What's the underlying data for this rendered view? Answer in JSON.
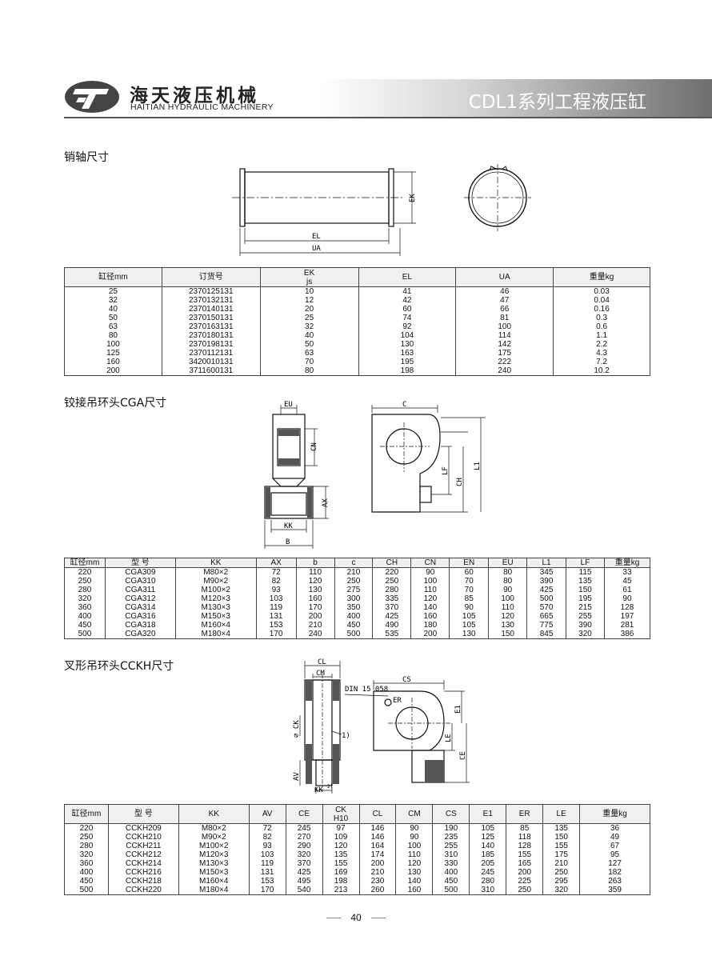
{
  "header": {
    "brand_cn": "海天液压机械",
    "brand_en": "HAITIAN HYDRAULIC MACHINERY",
    "title": "CDL1系列工程液压缸"
  },
  "pin": {
    "title": "销轴尺寸",
    "drawing_labels": {
      "ek": "EK",
      "el": "EL",
      "ua": "UA"
    },
    "headers": [
      "缸径mm",
      "订货号",
      "EK\njs",
      "EL",
      "UA",
      "重量kg"
    ],
    "rows": [
      [
        "25",
        "2370125131",
        "10",
        "41",
        "46",
        "0.03"
      ],
      [
        "32",
        "2370132131",
        "12",
        "42",
        "47",
        "0.04"
      ],
      [
        "40",
        "2370140131",
        "20",
        "60",
        "66",
        "0.16"
      ],
      [
        "50",
        "2370150131",
        "25",
        "74",
        "81",
        "0.3"
      ],
      [
        "63",
        "2370163131",
        "32",
        "92",
        "100",
        "0.6"
      ],
      [
        "80",
        "2370180131",
        "40",
        "104",
        "114",
        "1.1"
      ],
      [
        "100",
        "2370198131",
        "50",
        "130",
        "142",
        "2.2"
      ],
      [
        "125",
        "2370112131",
        "63",
        "163",
        "175",
        "4.3"
      ],
      [
        "160",
        "3420010131",
        "70",
        "195",
        "222",
        "7.2"
      ],
      [
        "200",
        "3711600131",
        "80",
        "198",
        "240",
        "10.2"
      ]
    ]
  },
  "cga": {
    "title": "铰接吊环头CGA尺寸",
    "drawing_labels": {
      "eu": "EU",
      "c": "C",
      "cn": "CN",
      "lf": "LF",
      "ch": "CH",
      "l1": "L1",
      "ax": "AX",
      "kk": "KK",
      "b": "B"
    },
    "headers": [
      "缸径mm",
      "型 号",
      "KK",
      "AX",
      "b",
      "c",
      "CH",
      "CN",
      "EN",
      "EU",
      "L1",
      "LF",
      "重量kg"
    ],
    "rows": [
      [
        "220",
        "CGA309",
        "M80×2",
        "72",
        "110",
        "210",
        "220",
        "90",
        "60",
        "80",
        "345",
        "115",
        "33"
      ],
      [
        "250",
        "CGA310",
        "M90×2",
        "82",
        "120",
        "250",
        "250",
        "100",
        "70",
        "80",
        "390",
        "135",
        "45"
      ],
      [
        "280",
        "CGA311",
        "M100×2",
        "93",
        "130",
        "275",
        "280",
        "110",
        "70",
        "90",
        "425",
        "150",
        "61"
      ],
      [
        "320",
        "CGA312",
        "M120×3",
        "103",
        "160",
        "300",
        "335",
        "120",
        "85",
        "100",
        "500",
        "195",
        "90"
      ],
      [
        "360",
        "CGA314",
        "M130×3",
        "119",
        "170",
        "350",
        "370",
        "140",
        "90",
        "110",
        "570",
        "215",
        "128"
      ],
      [
        "400",
        "CGA316",
        "M150×3",
        "131",
        "200",
        "400",
        "425",
        "160",
        "105",
        "120",
        "665",
        "255",
        "197"
      ],
      [
        "450",
        "CGA318",
        "M160×4",
        "153",
        "210",
        "450",
        "490",
        "180",
        "105",
        "130",
        "775",
        "390",
        "281"
      ],
      [
        "500",
        "CGA320",
        "M180×4",
        "170",
        "240",
        "500",
        "535",
        "200",
        "130",
        "150",
        "845",
        "320",
        "386"
      ]
    ]
  },
  "cckh": {
    "title": "叉形吊环头CCKH尺寸",
    "drawing_labels": {
      "cl": "CL",
      "cm": "CM",
      "din": "DIN 15 058",
      "cs": "CS",
      "er": "ER",
      "e1": "E1",
      "ck": "∅ CK",
      "note": "1)",
      "le": "LE",
      "ce": "CE",
      "av": "AV",
      "kk": "KK",
      "kk_sup": "2)"
    },
    "headers": [
      "缸径mm",
      "型 号",
      "KK",
      "AV",
      "CE",
      "CK\nH10",
      "CL",
      "CM",
      "CS",
      "E1",
      "ER",
      "LE",
      "重量kg"
    ],
    "rows": [
      [
        "220",
        "CCKH209",
        "M80×2",
        "72",
        "245",
        "97",
        "146",
        "90",
        "190",
        "105",
        "85",
        "135",
        "36"
      ],
      [
        "250",
        "CCKH210",
        "M90×2",
        "82",
        "270",
        "109",
        "146",
        "90",
        "235",
        "125",
        "118",
        "150",
        "49"
      ],
      [
        "280",
        "CCKH211",
        "M100×2",
        "93",
        "290",
        "120",
        "164",
        "100",
        "255",
        "140",
        "128",
        "155",
        "67"
      ],
      [
        "320",
        "CCKH212",
        "M120×3",
        "103",
        "320",
        "135",
        "174",
        "110",
        "310",
        "185",
        "155",
        "175",
        "95"
      ],
      [
        "360",
        "CCKH214",
        "M130×3",
        "119",
        "370",
        "155",
        "200",
        "120",
        "330",
        "205",
        "165",
        "210",
        "127"
      ],
      [
        "400",
        "CCKH216",
        "M150×3",
        "131",
        "425",
        "169",
        "210",
        "130",
        "400",
        "245",
        "200",
        "250",
        "182"
      ],
      [
        "450",
        "CCKH218",
        "M160×4",
        "153",
        "495",
        "198",
        "230",
        "140",
        "450",
        "280",
        "225",
        "295",
        "263"
      ],
      [
        "500",
        "CCKH220",
        "M180×4",
        "170",
        "540",
        "213",
        "260",
        "160",
        "500",
        "310",
        "250",
        "320",
        "359"
      ]
    ]
  },
  "page_number": "40"
}
